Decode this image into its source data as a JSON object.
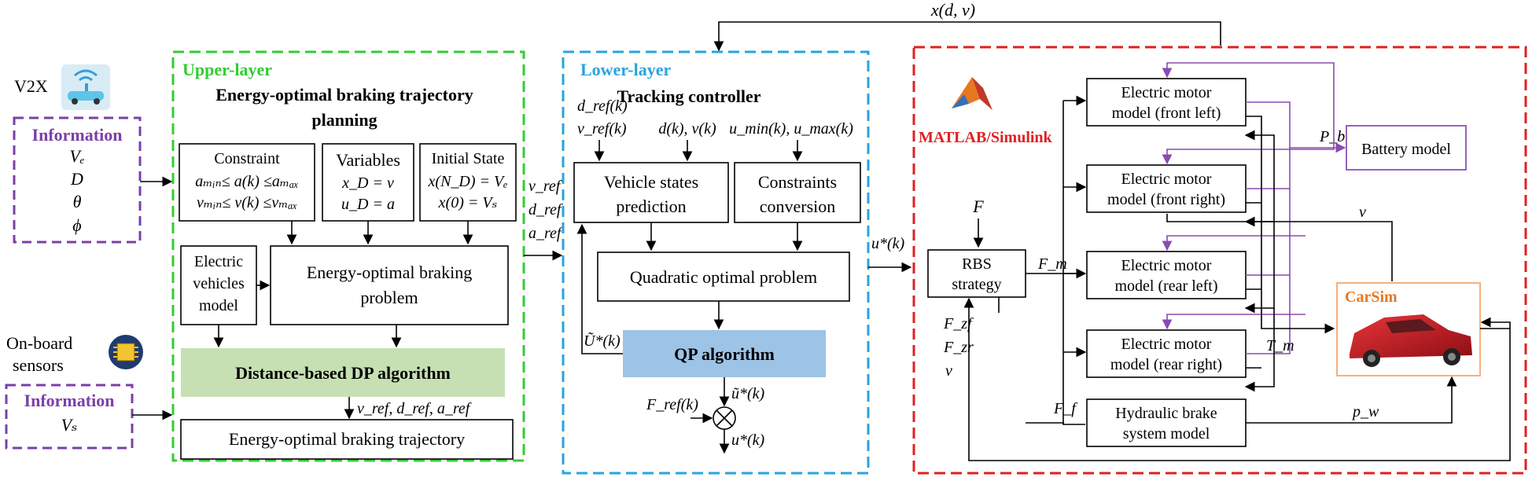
{
  "v2x": {
    "label": "V2X"
  },
  "onboard": {
    "line1": "On-board",
    "line2": "sensors"
  },
  "info1": {
    "title": "Information",
    "items": [
      "Vₑ",
      "D",
      "θ",
      "ϕ"
    ]
  },
  "info2": {
    "title": "Information",
    "items": [
      "Vₛ"
    ]
  },
  "upper": {
    "title": "Upper-layer",
    "subtitle1": "Energy-optimal braking trajectory",
    "subtitle2": "planning",
    "constraint": {
      "title": "Constraint",
      "l1": "aₘᵢₙ≤ a(k) ≤aₘₐₓ",
      "l2": "vₘᵢₙ≤ v(k) ≤vₘₐₓ"
    },
    "variables": {
      "title": "Variables",
      "l1": "x_D = v",
      "l2": "u_D = a"
    },
    "initial": {
      "title": "Initial State",
      "l1": "x(N_D) = Vₑ",
      "l2": "x(0) = Vₛ"
    },
    "ev_model": {
      "l1": "Electric",
      "l2": "vehicles",
      "l3": "model"
    },
    "problem": {
      "l1": "Energy-optimal braking",
      "l2": "problem"
    },
    "dp": "Distance-based DP algorithm",
    "refs": "v_ref, d_ref, a_ref",
    "trajectory": "Energy-optimal braking trajectory"
  },
  "between": {
    "l1": "v_ref",
    "l2": "d_ref",
    "l3": "a_ref"
  },
  "lower": {
    "title": "Lower-layer",
    "subtitle": "Tracking controller",
    "in1a": "d_ref(k)",
    "in1b": "v_ref(k)",
    "in2": "d(k), v(k)",
    "in3": "u_min(k), u_max(k)",
    "prediction": {
      "l1": "Vehicle states",
      "l2": "prediction"
    },
    "constraints": {
      "l1": "Constraints",
      "l2": "conversion"
    },
    "quadratic": "Quadratic optimal problem",
    "qp": "QP algorithm",
    "U_tilde": "Ũ*(k)",
    "u_tilde": "ũ*(k)",
    "F_ref": "F_ref(k)",
    "u_star": "u*(k)"
  },
  "feedback": "x(d, v)",
  "u_star_link": "u*(k)",
  "plant": {
    "matlab": "MATLAB/Simulink",
    "F": "F",
    "rbs": {
      "l1": "RBS",
      "l2": "strategy"
    },
    "Fm": "F_m",
    "Fzf": "F_zf",
    "Fzr": "F_zr",
    "v_label": "v",
    "Ff": "F_f",
    "motors": [
      {
        "l1": "Electric motor",
        "l2": "model (front left)"
      },
      {
        "l1": "Electric motor",
        "l2": "model (front right)"
      },
      {
        "l1": "Electric motor",
        "l2": "model (rear left)"
      },
      {
        "l1": "Electric motor",
        "l2": "model (rear right)"
      }
    ],
    "hydraulic": {
      "l1": "Hydraulic brake",
      "l2": "system model"
    },
    "battery": "Battery model",
    "Pb": "P_b",
    "v_out": "v",
    "Tm": "T_m",
    "pw": "p_w",
    "carsim": "CarSim"
  },
  "colors": {
    "green": "#33cc33",
    "blue": "#29a3dd",
    "red": "#e02020",
    "purple": "#7b3fa8",
    "dp_fill": "#c6e0b4",
    "qp_fill": "#9dc3e6",
    "carsim_orange": "#f4b183"
  }
}
